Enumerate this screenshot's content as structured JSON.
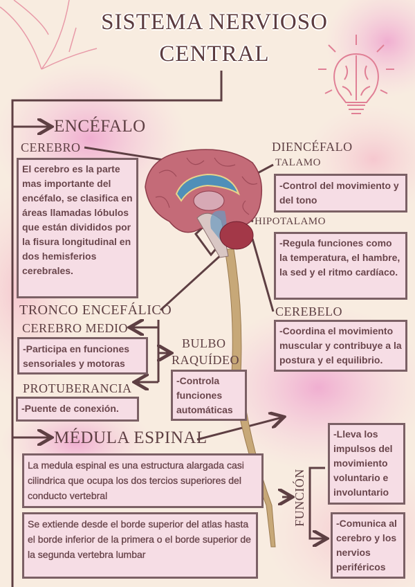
{
  "title": {
    "line1": "SISTEMA NERVIOSO",
    "line2": "CENTRAL"
  },
  "encefalo": {
    "heading": "ENCÉFALO",
    "cerebro": {
      "label": "CEREBRO",
      "text": "El cerebro es la parte mas importante del encéfalo, se clasifica en áreas llamadas lóbulos que están divididos por la fisura longitudinal en dos hemisferios cerebrales."
    },
    "diencefalo": {
      "label": "DIENCÉFALO"
    },
    "talamo": {
      "label": "TALAMO",
      "text": "-Control del movimiento y del tono"
    },
    "hipotalamo": {
      "label": "HIPOTALAMO",
      "text": "-Regula funciones como la temperatura, el hambre, la sed y el ritmo cardíaco."
    },
    "cerebelo": {
      "label": "CEREBELO",
      "text": "-Coordina el movimiento muscular y contribuye a la postura y el equilibrio."
    }
  },
  "tronco": {
    "heading": "TRONCO ENCEFÁLICO",
    "cerebro_medio": {
      "label": "CEREBRO MEDIO",
      "text": "-Participa en funciones sensoriales y motoras"
    },
    "bulbo": {
      "label1": "BULBO",
      "label2": "RAQUÍDEO",
      "text": "-Controla funciones automáticas"
    },
    "protuberancia": {
      "label": "PROTUBERANCIA",
      "text": "-Puente de conexión."
    }
  },
  "medula": {
    "heading": "MÉDULA ESPINAL",
    "text1": "La medula espinal  es una estructura alargada casi cilindrica  que ocupa los dos tercios superiores del conducto vertebral",
    "text2": "Se extiende desde el borde superior del atlas hasta el borde inferior de la primera o el borde superior de la segunda vertebra lumbar",
    "funcion": {
      "label": "FUNCIÓN",
      "item1": "-Lleva los impulsos del movimiento voluntario e involuntario",
      "item2": "-Comunica al cerebro y los nervios periféricos"
    }
  },
  "colors": {
    "background": "#f8ece0",
    "box_fill": "#f6dde5",
    "box_border": "#7b6065",
    "text": "#6a464c",
    "pink_wash": "#f3b6d2"
  },
  "icons": [
    "brain-lightbulb-icon",
    "arrow-icon"
  ]
}
